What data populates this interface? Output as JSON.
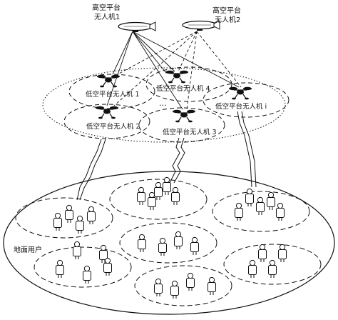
{
  "high_altitude": [
    {
      "label_line1": "高空平台",
      "label_line2": "无人机1"
    },
    {
      "label_line1": "高空平台",
      "label_line2": "无人机2"
    }
  ],
  "low_altitude": {
    "uav1": "低空平台无人机 1",
    "uav2": "低空平台无人机 2",
    "uav3": "低空平台无人机 3",
    "uav4": "低空平台无人机 4",
    "uavi": "低空平台无人机 i",
    "ellipsis": "..."
  },
  "ground": {
    "label": "地面用户"
  },
  "colors": {
    "stroke": "#111111",
    "background": "#ffffff"
  },
  "icons": [
    "airship-icon",
    "quadcopter-icon",
    "person-icon",
    "lightning-link-icon"
  ]
}
